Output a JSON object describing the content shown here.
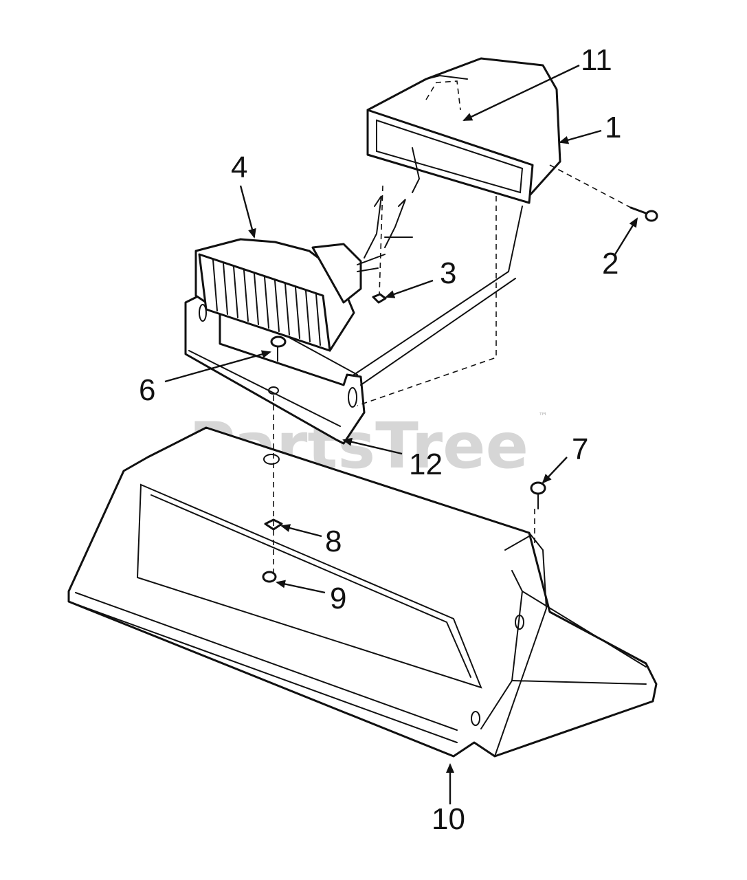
{
  "watermark": {
    "text": "PartsTree",
    "trademark": "™"
  },
  "callouts": [
    {
      "id": "1",
      "label": "1"
    },
    {
      "id": "2",
      "label": "2"
    },
    {
      "id": "3",
      "label": "3"
    },
    {
      "id": "4",
      "label": "4"
    },
    {
      "id": "6",
      "label": "6"
    },
    {
      "id": "7",
      "label": "7"
    },
    {
      "id": "8",
      "label": "8"
    },
    {
      "id": "9",
      "label": "9"
    },
    {
      "id": "10",
      "label": "10"
    },
    {
      "id": "11",
      "label": "11"
    },
    {
      "id": "12",
      "label": "12"
    }
  ]
}
